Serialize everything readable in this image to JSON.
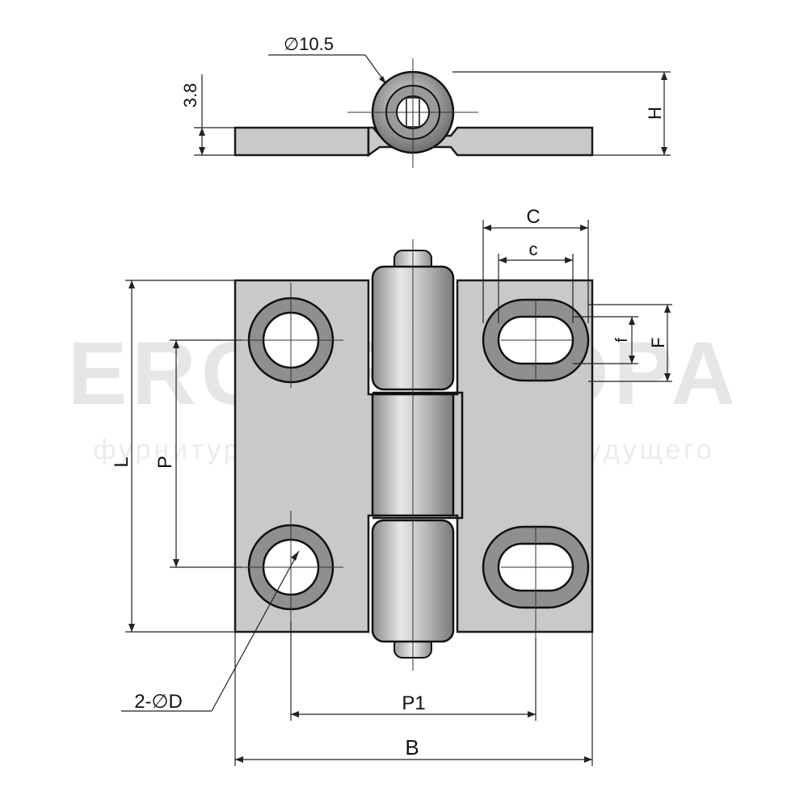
{
  "watermark": {
    "brand": "ERGOEUTOPA",
    "tagline": "фурнитура для оборудования будущего"
  },
  "labels": {
    "pin_diameter": "∅10.5",
    "thickness": "3.8",
    "height": "H",
    "slot_length_outer": "C",
    "slot_length_inner": "c",
    "slot_width_inner": "f",
    "slot_width_outer": "F",
    "length": "L",
    "hole_pitch": "P",
    "hole_diameter": "2-∅D",
    "slot_pitch": "P1",
    "width": "B"
  },
  "colors": {
    "plate": "#c9c9c9",
    "ring": "#8f8f8f",
    "line": "#1a1a1a"
  }
}
